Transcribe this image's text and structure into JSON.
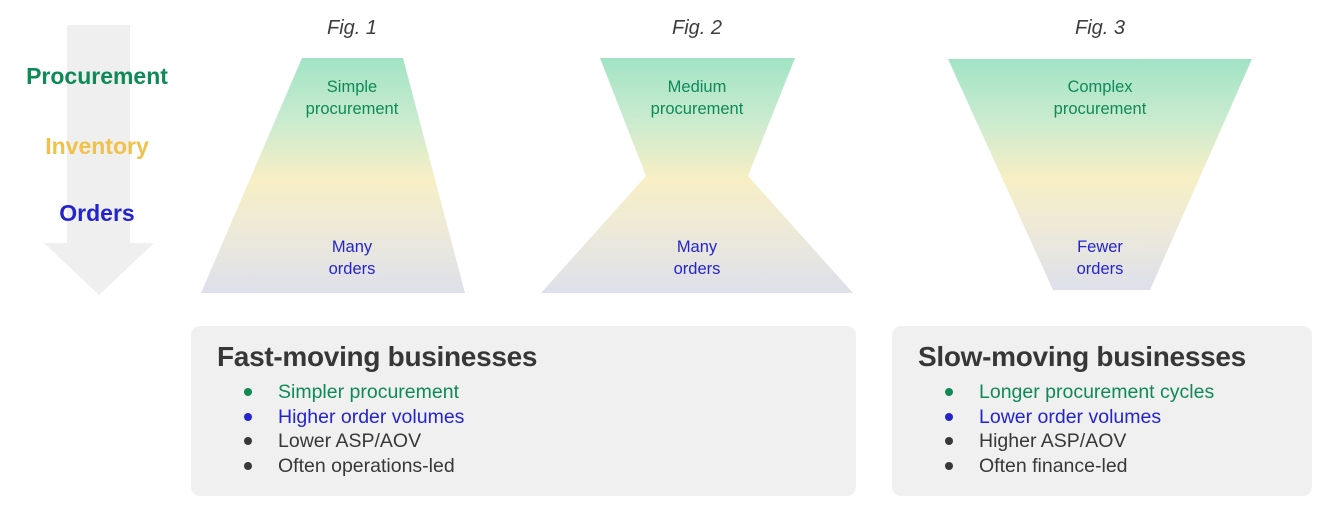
{
  "palette": {
    "shape_top": "#A2E3C5",
    "shape_green": "#C9EBCF",
    "shape_yellow": "#F8EFC5",
    "shape_fade": "#ECE9DA",
    "shape_bottom": "#DEE0EB",
    "arrow_gray": "#EFEFEF",
    "box_bg": "#F0F0F1",
    "green": "#0E8A57",
    "blue": "#2424CE",
    "gold": "#F0C24B",
    "dark": "#383838"
  },
  "flow": {
    "labels": [
      {
        "text": "Procurement",
        "color": "#0E8A57"
      },
      {
        "text": "Inventory",
        "color": "#F0C24B"
      },
      {
        "text": "Orders",
        "color": "#2424CE"
      }
    ]
  },
  "figures": [
    {
      "label": "Fig. 1",
      "shape": "trapezoid-widening",
      "top_lines": [
        "Simple",
        "procurement"
      ],
      "top_color": "#0E8A57",
      "bottom_lines": [
        "Many",
        "orders"
      ],
      "bottom_color": "#2424CE"
    },
    {
      "label": "Fig. 2",
      "shape": "hourglass",
      "top_lines": [
        "Medium",
        "procurement"
      ],
      "top_color": "#0E8A57",
      "bottom_lines": [
        "Many",
        "orders"
      ],
      "bottom_color": "#2424CE"
    },
    {
      "label": "Fig. 3",
      "shape": "funnel-narrowing",
      "top_lines": [
        "Complex",
        "procurement"
      ],
      "top_color": "#0E8A57",
      "bottom_lines": [
        "Fewer",
        "orders"
      ],
      "bottom_color": "#2424CE"
    }
  ],
  "boxes": [
    {
      "title": "Fast-moving businesses",
      "items": [
        {
          "text": "Simpler procurement",
          "color": "#0E8A57"
        },
        {
          "text": "Higher order volumes",
          "color": "#2424CE"
        },
        {
          "text": "Lower ASP/AOV",
          "color": "#383838"
        },
        {
          "text": "Often operations-led",
          "color": "#383838"
        }
      ]
    },
    {
      "title": "Slow-moving businesses",
      "items": [
        {
          "text": "Longer procurement cycles",
          "color": "#0E8A57"
        },
        {
          "text": "Lower order volumes",
          "color": "#2424CE"
        },
        {
          "text": "Higher ASP/AOV",
          "color": "#383838"
        },
        {
          "text": "Often finance-led",
          "color": "#383838"
        }
      ]
    }
  ]
}
